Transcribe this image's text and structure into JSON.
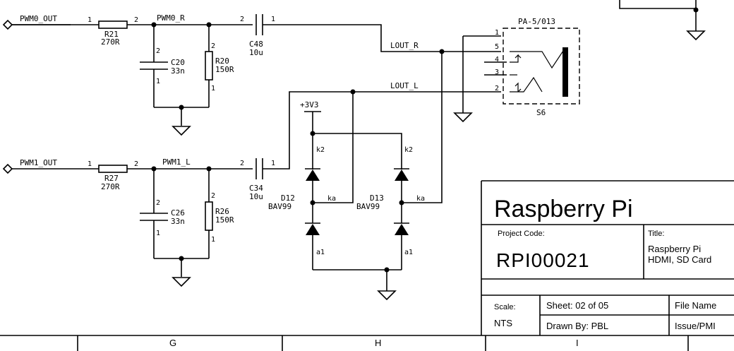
{
  "ports": {
    "pwm0_out": "PWM0_OUT",
    "pwm1_out": "PWM1_OUT"
  },
  "nets": {
    "pwm0_r": "PWM0_R",
    "pwm1_l": "PWM1_L",
    "lout_r": "LOUT_R",
    "lout_l": "LOUT_L",
    "v3v3": "+3V3"
  },
  "components": {
    "r21": {
      "ref": "R21",
      "value": "270R",
      "pin1": "1",
      "pin2": "2"
    },
    "r27": {
      "ref": "R27",
      "value": "270R",
      "pin1": "1",
      "pin2": "2"
    },
    "c20": {
      "ref": "C20",
      "value": "33n",
      "pin1": "1",
      "pin2": "2"
    },
    "c26": {
      "ref": "C26",
      "value": "33n",
      "pin1": "1",
      "pin2": "2"
    },
    "r20": {
      "ref": "R20",
      "value": "150R",
      "pin1": "1",
      "pin2": "2"
    },
    "r26": {
      "ref": "R26",
      "value": "150R",
      "pin1": "1",
      "pin2": "2"
    },
    "c48": {
      "ref": "C48",
      "value": "10u",
      "pin1": "1",
      "pin2": "2"
    },
    "c34": {
      "ref": "C34",
      "value": "10u",
      "pin1": "1",
      "pin2": "2"
    },
    "d12": {
      "ref": "D12",
      "value": "BAV99",
      "k2": "k2",
      "ka": "ka",
      "a1": "a1"
    },
    "d13": {
      "ref": "D13",
      "value": "BAV99",
      "k2": "k2",
      "ka": "ka",
      "a1": "a1"
    },
    "s6": {
      "ref": "S6",
      "value": "PA-5/013",
      "pins": [
        "1",
        "5",
        "4",
        "3",
        "2"
      ]
    }
  },
  "title_block": {
    "company": "Raspberry Pi",
    "project_code_label": "Project Code:",
    "project_code": "RPI00021",
    "title_label": "Title:",
    "title_line1": "Raspberry Pi",
    "title_line2": "HDMI, SD Card",
    "scale_label": "Scale:",
    "scale": "NTS",
    "sheet": "Sheet:  02  of  05",
    "drawn_by": "Drawn By:  PBL",
    "file_name": "File Name",
    "issue": "Issue/PMI"
  },
  "border_zones": [
    "G",
    "H",
    "I"
  ]
}
